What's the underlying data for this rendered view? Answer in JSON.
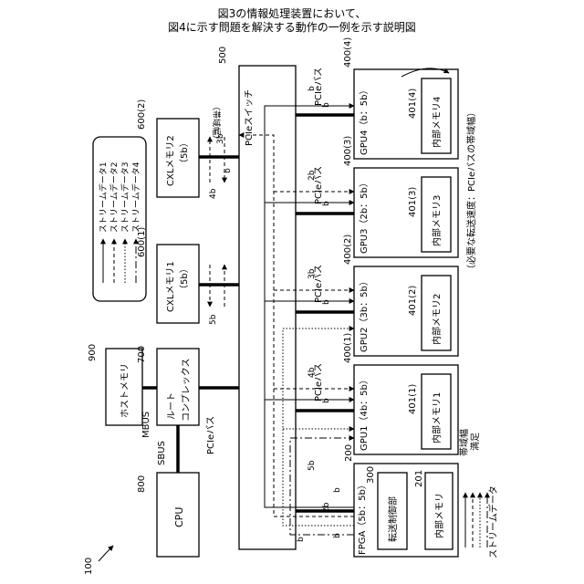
{
  "title": {
    "line1": "図3の情報処理装置において、",
    "line2": "図4に示す問題を解決する動作の一例を示す説明図"
  },
  "refs": {
    "system": "100",
    "fpga": "200",
    "fpga_mem": "201",
    "transfer_ctrl": "300",
    "gpu1": "400(1)",
    "gpu2": "400(2)",
    "gpu3": "400(3)",
    "gpu4": "400(4)",
    "gmem1": "401(1)",
    "gmem2": "401(2)",
    "gmem3": "401(3)",
    "gmem4": "401(4)",
    "pcie_switch": "500",
    "cxl1": "600(1)",
    "cxl2": "600(2)",
    "root_complex": "700",
    "cpu": "800",
    "host_mem": "900"
  },
  "labels": {
    "fpga": "FPGA（5b：5b）",
    "fpga_mem": "内部メモリ",
    "transfer_ctrl": "転送制御部",
    "gpu1": "GPU1（4b：5b）",
    "gpu2": "GPU2（3b：5b）",
    "gpu3": "GPU3（2b：5b）",
    "gpu4": "GPU4（b：5b）",
    "gmem1": "内部メモリ1",
    "gmem2": "内部メモリ2",
    "gmem3": "内部メモリ3",
    "gmem4": "内部メモリ4",
    "pcie_switch": "PCIeスイッチ",
    "cxl1": "CXLメモリ1",
    "cxl1_bw": "（5b）",
    "cxl2": "CXLメモリ2",
    "cxl2_bw": "（5b）",
    "root_complex_1": "ルート",
    "root_complex_2": "コンプレックス",
    "cpu": "CPU",
    "host_mem": "ホストメモリ",
    "pcie_bus": "PCIeバス",
    "mbus": "MBUS",
    "sbus": "SBUS",
    "stream_data": "ストリームデータ",
    "bw_satisfied_1": "帯域幅",
    "bw_satisfied_2": "満足",
    "bandwidth_note": "（帯域幅）",
    "required_rate_note": "（必要な転送速度：PCIeバスの帯域幅）"
  },
  "legend": {
    "items": [
      "ストリームデータ1",
      "ストリームデータ2",
      "ストリームデータ3",
      "ストリームデータ4"
    ]
  },
  "flow_labels": {
    "b": "b",
    "2b": "2b",
    "3b": "3b",
    "4b": "4b",
    "5b": "5b"
  }
}
